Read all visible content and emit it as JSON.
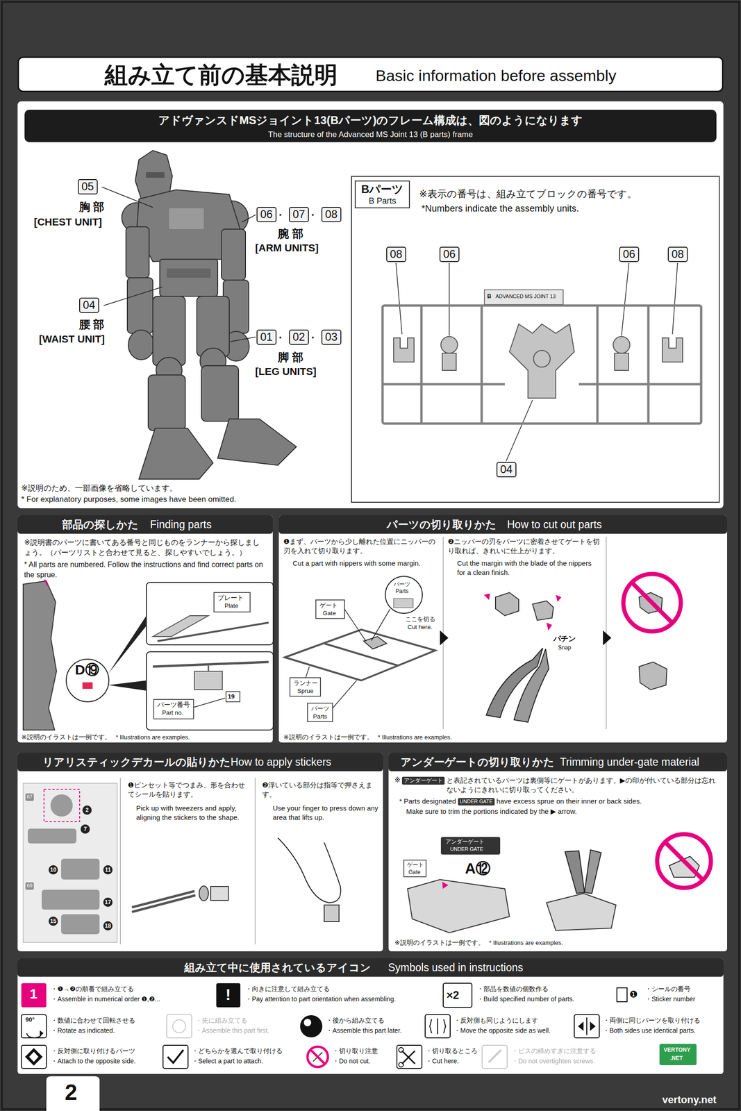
{
  "diagram": {
    "nodes": [
      {
        "text": [
          "組み立て前の基本説明",
          "Basic information before assembly"
        ]
      },
      {
        "text": [
          "アドヴァンスドMSジョイント13(Bパーツ)のフレーム構成は、図のようになります",
          "The structure of the Advanced MS Joint 13 (B parts) frame"
        ]
      },
      {
        "text": [
          "05"
        ],
        "in": 1
      },
      {
        "text": [
          "06"
        ],
        "in": 1
      },
      {
        "text": [
          "07"
        ],
        "in": 1
      },
      {
        "text": [
          "08"
        ],
        "in": 1
      },
      {
        "text": [
          "04"
        ],
        "in": 1
      },
      {
        "text": [
          "01"
        ],
        "in": 1
      },
      {
        "text": [
          "02"
        ],
        "in": 1
      },
      {
        "text": [
          "03"
        ],
        "in": 1
      },
      {
        "text": [
          "※表示の番号は、組み立てブロックの番号です。",
          "*Numbers indicate the assembly units."
        ],
        "in": 1
      },
      {
        "text": [
          "Bパーツ",
          "B Parts"
        ],
        "in": 10
      },
      {
        "text": [
          "08"
        ],
        "in": 10
      },
      {
        "text": [
          "06"
        ],
        "in": 10
      },
      {
        "text": [
          "06"
        ],
        "in": 10
      },
      {
        "text": [
          "08"
        ],
        "in": 10
      },
      {
        "text": [
          "04"
        ],
        "in": 10
      },
      {
        "text": [
          "部品の探しかた",
          "Finding parts",
          "※説明書のパーツに書いてある番号と同じものをランナーから探しましょう。（パーツリストと合わせて見ると、探しやすいでしょう。）",
          "* All parts are numbered. Follow the instructions and find correct parts on the sprue."
        ]
      },
      {
        "text": [
          "パーツの切り取りかた",
          "How to cut out parts"
        ]
      },
      {
        "text": [
          "リアリスティックデカールの貼りかた",
          "How to apply stickers"
        ]
      },
      {
        "text": [
          "アンダーゲートの切り取りかた",
          "Trimming under-gate material"
        ]
      },
      {
        "text": [
          "組み立て中に使用されているアイコン",
          "Symbols used in instructions"
        ]
      }
    ],
    "labels": [
      "胸 部",
      "[CHEST UNIT]",
      "·",
      "·",
      "腕 部",
      "[ARM UNITS]",
      "腰 部",
      "[WAIST UNIT]",
      "·",
      "·",
      "脚 部",
      "[LEG UNITS]",
      "※説明のため、一部画像を省略しています。",
      "* For explanatory purposes, some images have been omitted.",
      "B",
      "ADVANCED MS JOINT 13",
      "D⑲",
      "プレート",
      "Plate",
      "パーツ番号",
      "Part no.",
      "19",
      "※説明のイラストは一例です。",
      "* Illustrations are examples.",
      "❶まず、パーツから少し離れた位置にニッパーの刃を入れて切り取ります。",
      "Cut a part with nippers with some margin.",
      "❷ニッパーの刃をパーツに密着させてゲートを切り取れば、きれいに仕上がります。",
      "Cut the margin with the blade of the nippers for a clean finish.",
      "ゲート",
      "Gate",
      "パーツ",
      "Parts",
      "ここを切る",
      "Cut here.",
      "ランナー",
      "Sprue",
      "パーツ",
      "Parts",
      "パチン",
      "Snap",
      "※説明のイラストは一例です。",
      "* Illustrations are examples.",
      "67",
      "2",
      "7",
      "10",
      "11",
      "69",
      "17",
      "15",
      "18",
      "❶ピンセット等でつまみ、形を合わせてシールを貼ります。",
      "Pick up with tweezers and apply, aligning the stickers to the shape.",
      "❷浮いている部分は指等で押さえます。",
      "Use your finger to press down any area that lifts up.",
      "※",
      "アンダーゲート",
      "と表記されているパーツは裏側等にゲートがあります。▶の印が付いている部分は忘れないようにきれいに切り取ってください。",
      "* Parts designated",
      "UNDER GATE",
      "have excess sprue on their inner or back sides.",
      "Make sure to trim the portions indicated by the ▶ arrow.",
      "アンダーゲート",
      "UNDER GATE",
      "ゲート",
      "Gate",
      "A⑫",
      "※説明のイラストは一例です。",
      "* Illustrations are examples.",
      "1",
      "・❶→❷の順番で組み立てる",
      "・Assemble in numerical order ❶,❷...",
      "!",
      "・向きに注意して組み立てる",
      "・Pay attention to part orientation when assembling.",
      "×2",
      "・部品を数値の個数作る",
      "・Build specified number of parts.",
      "❶",
      "・シールの番号",
      "・Sticker number",
      "90°",
      "・数値に合わせて回転させる",
      "・Rotate as indicated.",
      "・先に組み立てる",
      "・Assemble this part first.",
      "・後から組み立てる",
      "・Assemble this part later.",
      "・反対側も同じようにします",
      "・Move the opposite side as well.",
      "・両側に同じパーツを取り付ける",
      "・Both sides use identical parts.",
      "・反対側に取り付けるパーツ",
      "・Attach to the opposite side.",
      "・どちらかを選んで取り付ける",
      "・Select a part to attach.",
      "・切り取り注意",
      "・Do not cut.",
      "・切り取るところ",
      "・Cut here.",
      "・ビスの締めすぎに注意する",
      "・Do not overtighten screws.",
      "VERTONY",
      ".NET",
      "2",
      "vertony.net"
    ]
  }
}
